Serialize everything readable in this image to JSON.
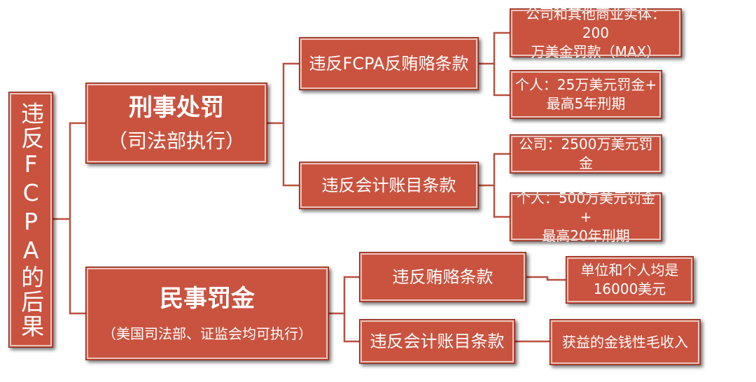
{
  "root": "违反FCPA的后果",
  "criminal": {
    "title": "刑事处罚",
    "subtitle": "（司法部执行）",
    "fcpa_anti_bribery": {
      "label": "违反FCPA反贿赂条款",
      "company": [
        "公司和其他商业实体：200",
        "万美金罚款（MAX）"
      ],
      "individual": [
        "个人：25万美元罚金+",
        "最高5年刑期"
      ]
    },
    "accounting": {
      "label": "违反会计账目条款",
      "company": "公司：2500万美元罚金",
      "individual": [
        "个人：500万美元罚金+",
        "最高20年刑期"
      ]
    }
  },
  "civil": {
    "title": "民事罚金",
    "subtitle": "（美国司法部、证监会均可执行）",
    "bribery": {
      "label": "违反贿赂条款",
      "penalty": [
        "单位和个人均是",
        "16000美元"
      ]
    },
    "accounting": {
      "label": "违反会计账目条款",
      "penalty": "获益的金钱性毛收入"
    }
  },
  "colors": {
    "box_fill": "#c9533f",
    "box_border": "#8a2a1e",
    "connector": "#b85040"
  }
}
